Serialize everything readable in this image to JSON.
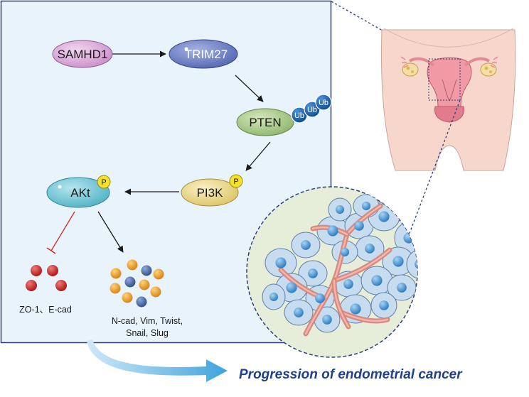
{
  "nodes": {
    "samhd1": "SAMHD1",
    "trim27": "TRIM27",
    "pten": "PTEN",
    "pi3k": "PI3K",
    "akt": "AKt"
  },
  "badges": {
    "ubiquitin": "Ub",
    "phospho": "P"
  },
  "markers": {
    "epithelial": "ZO-1、E-cad",
    "mesenchymal_line1": "N-cad, Vim, Twist,",
    "mesenchymal_line2": "Snail, Slug"
  },
  "caption": "Progression of endometrial cancer",
  "colors": {
    "panel_bg": "#e9f3fb",
    "panel_border": "#2a3f7a",
    "samhd1": "#d9a8d8",
    "trim27": "#6e7fc4",
    "pten": "#a9c98b",
    "pi3k": "#eedc8c",
    "akt": "#74c8d6",
    "ub_badge": "#1c67b0",
    "p_badge": "#f4e227",
    "inhibit_line": "#d42a2a",
    "red_ball": "#d22b2b",
    "orange_ball": "#f0a22c",
    "blue_ball": "#4e6eaa",
    "caption": "#1f3f8f",
    "progress_arrow": "#4aa8dd"
  }
}
